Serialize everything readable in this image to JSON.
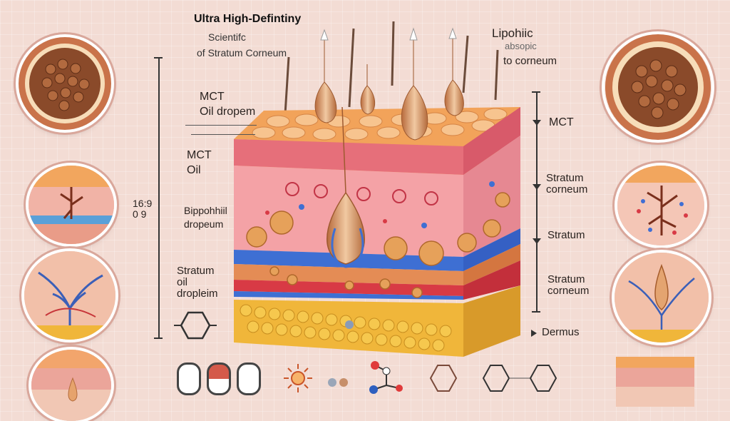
{
  "header": {
    "title": "Ultra High-Defintiny",
    "subtitle_line1": "Scientifc",
    "subtitle_line2": "of Stratum Corneum"
  },
  "top_right": {
    "line1": "Lipohiic",
    "line2": "absopic",
    "line3": "to corneum"
  },
  "left_labels": {
    "mct_oil_dropem": [
      "MCT",
      "Oil dropem"
    ],
    "mct_oil": [
      "MCT",
      "Oil"
    ],
    "ratio": [
      "16:9",
      "0 9"
    ],
    "bippohhii": [
      "Bippohhiil",
      "dropeum"
    ],
    "stratum_oil": [
      "Stratum",
      "oil",
      "dropleim"
    ]
  },
  "right_labels": {
    "mct": "MCT",
    "stratum_corneum_1": [
      "Stratum",
      "corneum"
    ],
    "stratum": "Stratum",
    "stratum_corneum_2": [
      "Stratum",
      "corneum"
    ],
    "dermus": "Dermus"
  },
  "colors": {
    "top_layer": "#f2a257",
    "epidermis": "#e97b83",
    "dermis": "#ef9aa3",
    "vessel_blue": "#3f6ed4",
    "vessel_red": "#d83a45",
    "fat": "#f0b63a",
    "droplet": "#d98a52"
  },
  "icons": {
    "hexagon": "hexagon-molecule-icon",
    "sun": "sun-icon",
    "molecule": "molecule-icon"
  }
}
